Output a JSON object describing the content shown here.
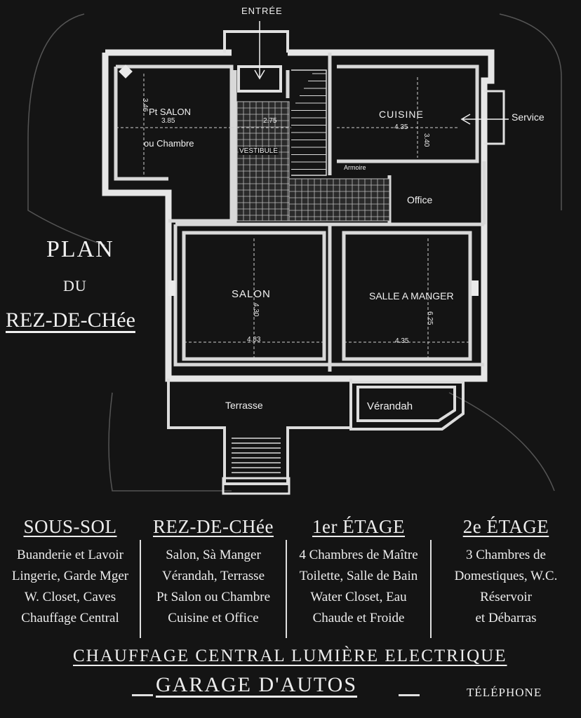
{
  "plan": {
    "entrance": "ENTRÉE",
    "service": "Service",
    "title_lines": [
      "PLAN",
      "DU",
      "REZ-DE-CHée"
    ],
    "rooms": {
      "petit_salon": [
        "Pt SALON",
        "ou Chambre"
      ],
      "vestibule": "VESTIBULE",
      "cuisine": "CUISINE",
      "armoire": "Armoire",
      "office": "Office",
      "salon": "SALON",
      "salle_a_manger": "SALLE A MANGER",
      "terrasse": "Terrasse",
      "verandah": "Vérandah"
    },
    "dimensions": {
      "petit_salon_w": "3.85",
      "petit_salon_h": "3.46",
      "vestibule_w": "2.75",
      "cuisine_w": "4.35",
      "cuisine_h": "3.40",
      "salon_w": "4.83",
      "salon_h": "4.30",
      "sam_w": "4.35",
      "sam_h": "6.25"
    }
  },
  "floors": [
    {
      "heading": "SOUS-SOL",
      "lines": [
        "Buanderie et Lavoir",
        "Lingerie, Garde Mger",
        "W. Closet, Caves",
        "Chauffage Central"
      ]
    },
    {
      "heading": "REZ-DE-CHée",
      "lines": [
        "Salon, Sà Manger",
        "Vérandah, Terrasse",
        "Pt Salon ou Chambre",
        "Cuisine et Office"
      ]
    },
    {
      "heading": "1er ÉTAGE",
      "lines": [
        "4 Chambres de Maître",
        "Toilette, Salle de Bain",
        "Water Closet, Eau",
        "Chaude et Froide"
      ]
    },
    {
      "heading": "2e ÉTAGE",
      "lines": [
        "3 Chambres de",
        "Domestiques, W.C.",
        "Réservoir",
        "et Débarras"
      ]
    }
  ],
  "footer": {
    "features": "CHAUFFAGE CENTRAL LUMIÈRE ELECTRIQUE",
    "garage": "GARAGE D'AUTOS",
    "telephone": "TÉLÉPHONE"
  }
}
